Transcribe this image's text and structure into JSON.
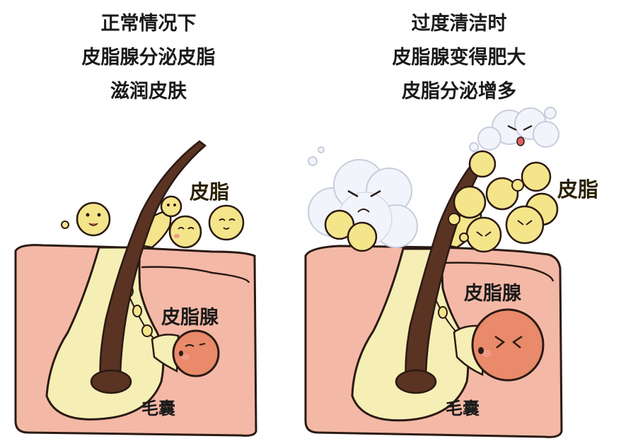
{
  "left_panel": {
    "caption_lines": [
      "正常情况下",
      "皮脂腺分泌皮脂",
      "滋润皮肤"
    ],
    "label_sebum": "皮脂",
    "label_gland": "皮脂腺",
    "label_follicle": "毛囊"
  },
  "right_panel": {
    "caption_lines": [
      "过度清洁时",
      "皮脂腺变得肥大",
      "皮脂分泌增多"
    ],
    "label_sebum": "皮脂",
    "label_gland": "皮脂腺",
    "label_follicle": "毛囊"
  },
  "colors": {
    "skin": "#f4b9a6",
    "skin_outline": "#2a1a14",
    "hair": "#5a3322",
    "sebum": "#f5e58a",
    "gland": "#e98a6a",
    "follicle_fill": "#f5efb5",
    "cloud": "#f2f4fb"
  }
}
